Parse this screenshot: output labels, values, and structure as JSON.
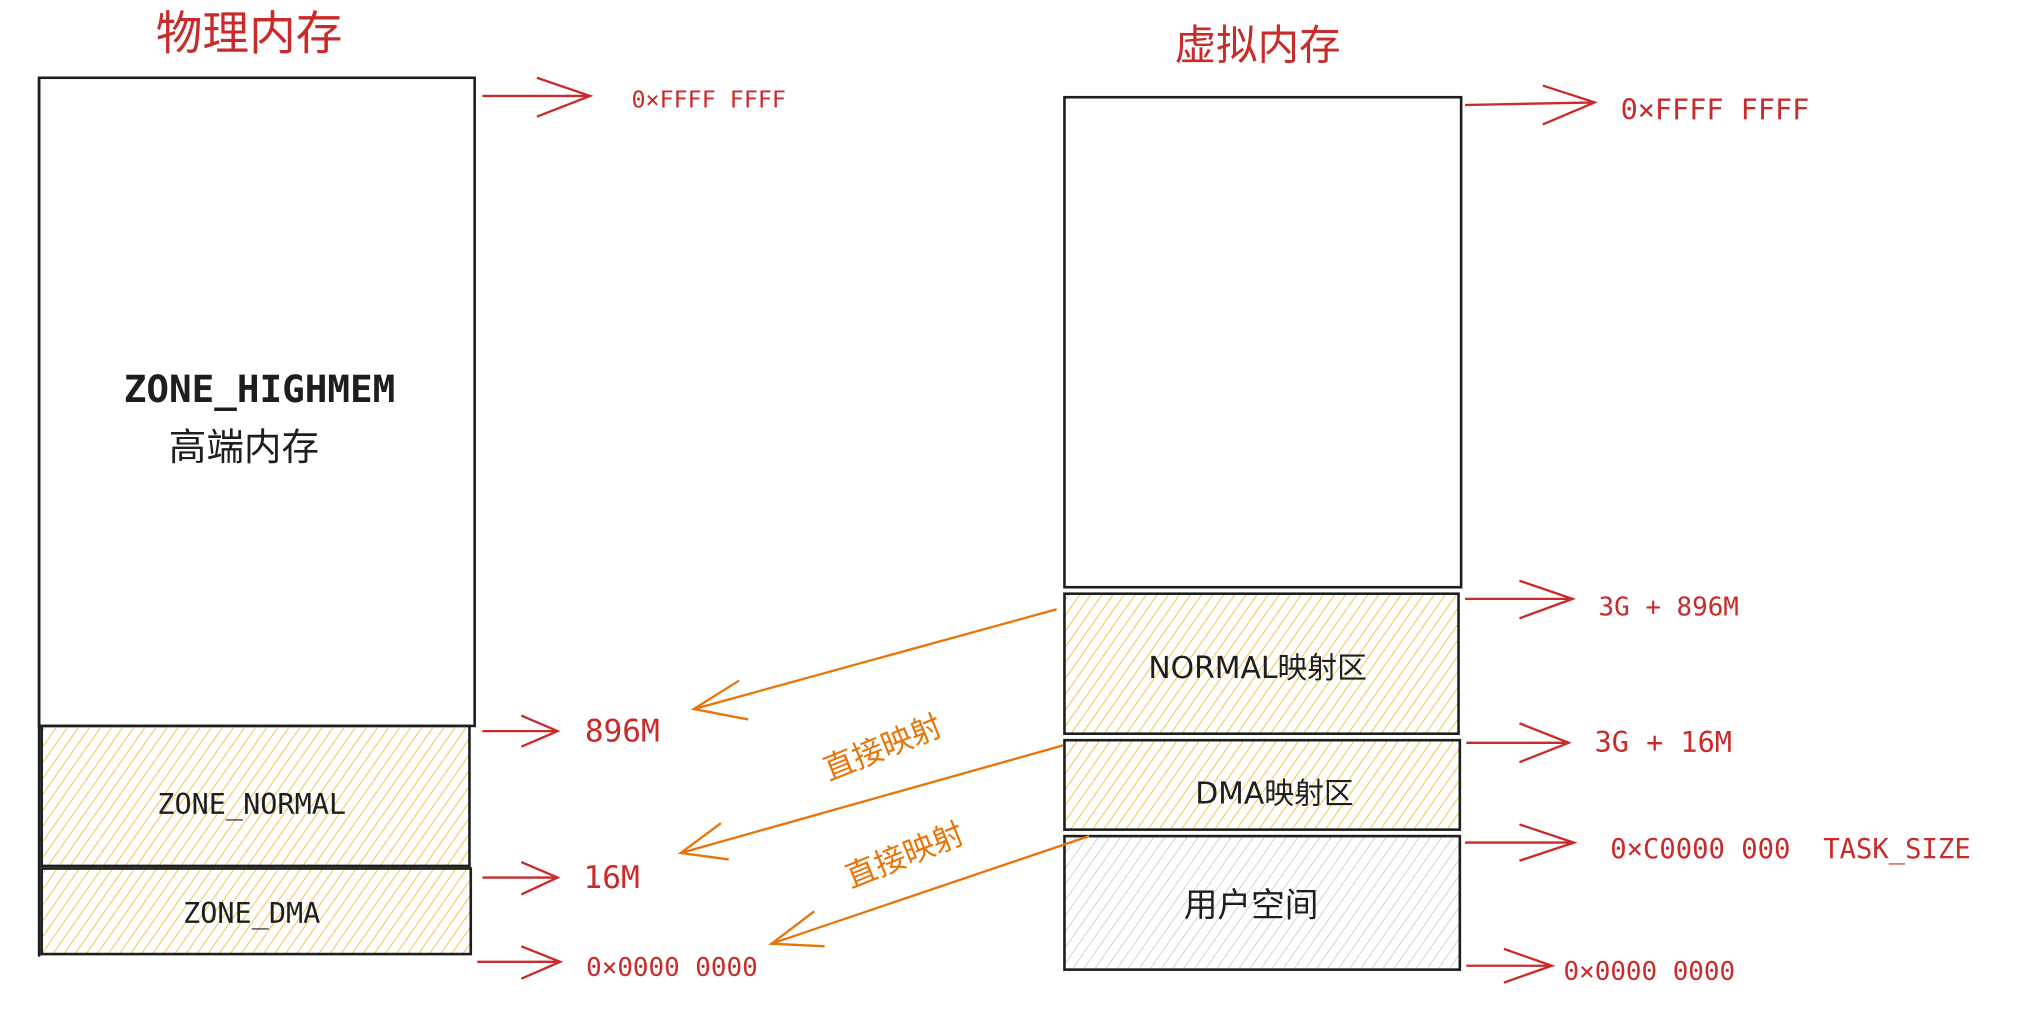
{
  "colors": {
    "red": "#c92a2a",
    "orange": "#e8750a",
    "yellow_hatch": "#f5b82e",
    "gray_hatch": "#c8cdd3",
    "stroke": "#1e1e1e"
  },
  "physical": {
    "title": "物理内存",
    "highmem_label": "ZONE_HIGHMEM",
    "highmem_sub": "高端内存",
    "normal_label": "ZONE_NORMAL",
    "dma_label": "ZONE_DMA",
    "addr_top": "0×FFFF FFFF",
    "addr_896": "896M",
    "addr_16": "16M",
    "addr_zero": "0×0000 0000"
  },
  "virtual": {
    "title": "虚拟内存",
    "normal_map_label": "NORMAL映射区",
    "dma_map_label": "DMA映射区",
    "user_label": "用户空间",
    "addr_top": "0×FFFF FFFF",
    "addr_896": "3G + 896M",
    "addr_16": "3G + 16M",
    "addr_task": "0×C0000 000  TASK_SIZE",
    "addr_zero": "0×0000 0000"
  },
  "mapping": {
    "label_1": "直接映射",
    "label_2": "直接映射"
  }
}
